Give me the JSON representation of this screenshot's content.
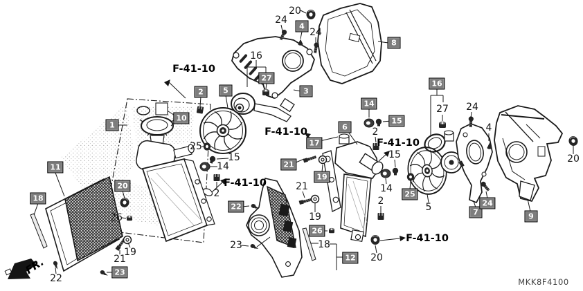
{
  "diagram": {
    "code": "MKK8F4100",
    "direction_indicator": "FR.",
    "colors": {
      "callout_box_bg": "#7d7d7d",
      "callout_box_text": "#ffffff",
      "line_ink": "#1a1a1a",
      "background": "#ffffff"
    },
    "reference_labels": [
      {
        "text": "F-41-10"
      },
      {
        "text": "F-41-10"
      },
      {
        "text": "F-41-10"
      },
      {
        "text": "F-41-10"
      },
      {
        "text": "F-41-10"
      }
    ],
    "callouts_boxed": [
      {
        "label": "1"
      },
      {
        "label": "2"
      },
      {
        "label": "3"
      },
      {
        "label": "4"
      },
      {
        "label": "5"
      },
      {
        "label": "6"
      },
      {
        "label": "7"
      },
      {
        "label": "8"
      },
      {
        "label": "9"
      },
      {
        "label": "10"
      },
      {
        "label": "11"
      },
      {
        "label": "12"
      },
      {
        "label": "14"
      },
      {
        "label": "15"
      },
      {
        "label": "16"
      },
      {
        "label": "17"
      },
      {
        "label": "18"
      },
      {
        "label": "19"
      },
      {
        "label": "20"
      },
      {
        "label": "21"
      },
      {
        "label": "22"
      },
      {
        "label": "23"
      },
      {
        "label": "24"
      },
      {
        "label": "25"
      },
      {
        "label": "26"
      },
      {
        "label": "27"
      }
    ],
    "callouts_plain": [
      {
        "label": "20"
      },
      {
        "label": "24"
      },
      {
        "label": "24"
      },
      {
        "label": "16"
      },
      {
        "label": "27"
      },
      {
        "label": "24"
      },
      {
        "label": "4"
      },
      {
        "label": "2"
      },
      {
        "label": "15"
      },
      {
        "label": "25"
      },
      {
        "label": "15"
      },
      {
        "label": "14"
      },
      {
        "label": "2"
      },
      {
        "label": "21"
      },
      {
        "label": "19"
      },
      {
        "label": "14"
      },
      {
        "label": "2"
      },
      {
        "label": "26"
      },
      {
        "label": "19"
      },
      {
        "label": "21"
      },
      {
        "label": "22"
      },
      {
        "label": "23"
      },
      {
        "label": "18"
      },
      {
        "label": "20"
      },
      {
        "label": "5"
      },
      {
        "label": "20"
      }
    ]
  }
}
